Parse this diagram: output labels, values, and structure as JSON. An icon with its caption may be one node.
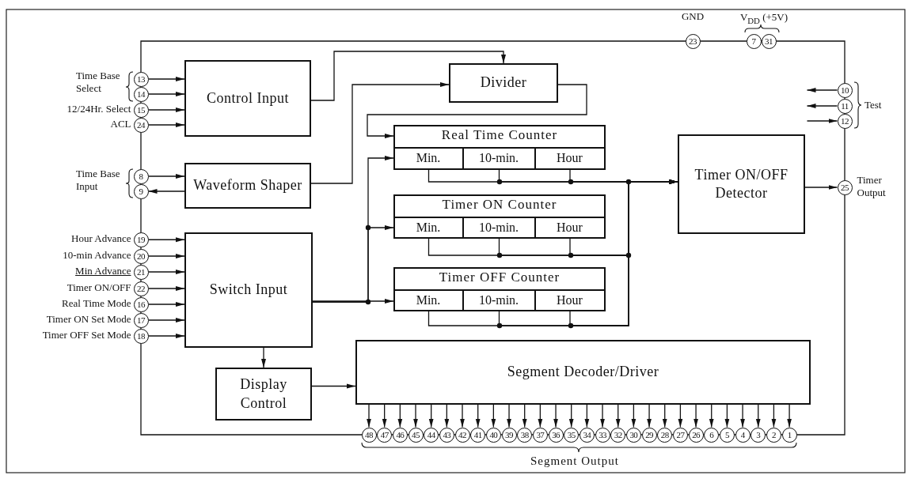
{
  "diagram": {
    "nodes": [
      {
        "text": [
          "Control Input"
        ]
      },
      {
        "text": [
          "Divider"
        ]
      },
      {
        "text": [
          "Waveform Shaper"
        ]
      },
      {
        "text": [
          "Real Time Counter"
        ]
      },
      {
        "text": [
          "Min."
        ],
        "in": 3
      },
      {
        "text": [
          "10-min."
        ],
        "in": 3
      },
      {
        "text": [
          "Hour"
        ],
        "in": 3
      },
      {
        "text": [
          "Timer ON/OFF Detector"
        ]
      },
      {
        "text": [
          "Timer ON Counter"
        ]
      },
      {
        "text": [
          "Min."
        ],
        "in": 8
      },
      {
        "text": [
          "10-min."
        ],
        "in": 8
      },
      {
        "text": [
          "Hour"
        ],
        "in": 8
      },
      {
        "text": [
          "Switch Input"
        ]
      },
      {
        "text": [
          "Timer OFF Counter"
        ]
      },
      {
        "text": [
          "Min."
        ],
        "in": 13
      },
      {
        "text": [
          "10-min."
        ],
        "in": 13
      },
      {
        "text": [
          "Hour"
        ],
        "in": 13
      },
      {
        "text": [
          "Display Control"
        ]
      },
      {
        "text": [
          "Segment Decoder/Driver"
        ]
      },
      {
        "text": [
          "23"
        ],
        "beside": [
          "GND"
        ]
      },
      {
        "text": [
          "7"
        ]
      },
      {
        "text": [
          "31"
        ]
      },
      {
        "text": [
          "13"
        ]
      },
      {
        "text": [
          "14"
        ]
      },
      {
        "text": [
          "15"
        ],
        "beside": [
          "12/24Hr. Select"
        ]
      },
      {
        "text": [
          "24"
        ],
        "beside": [
          "ACL"
        ]
      },
      {
        "text": [
          "8"
        ]
      },
      {
        "text": [
          "9"
        ]
      },
      {
        "text": [
          "10"
        ]
      },
      {
        "text": [
          "11"
        ]
      },
      {
        "text": [
          "12"
        ]
      },
      {
        "text": [
          "25"
        ],
        "beside": [
          "Timer Output"
        ]
      },
      {
        "text": [
          "19"
        ],
        "beside": [
          "Hour Advance"
        ]
      },
      {
        "text": [
          "20"
        ],
        "beside": [
          "10-min Advance"
        ]
      },
      {
        "text": [
          "21"
        ],
        "beside": [
          "Min Advance"
        ]
      },
      {
        "text": [
          "22"
        ],
        "beside": [
          "Timer ON/OFF"
        ]
      },
      {
        "text": [
          "16"
        ],
        "beside": [
          "Real Time Mode"
        ]
      },
      {
        "text": [
          "17"
        ],
        "beside": [
          "Timer ON Set Mode"
        ]
      },
      {
        "text": [
          "18"
        ],
        "beside": [
          "Timer OFF Set Mode"
        ]
      },
      {
        "text": [
          "48"
        ]
      },
      {
        "text": [
          "47"
        ]
      },
      {
        "text": [
          "46"
        ]
      },
      {
        "text": [
          "45"
        ]
      },
      {
        "text": [
          "44"
        ]
      },
      {
        "text": [
          "43"
        ]
      },
      {
        "text": [
          "42"
        ]
      },
      {
        "text": [
          "41"
        ]
      },
      {
        "text": [
          "40"
        ]
      },
      {
        "text": [
          "39"
        ]
      },
      {
        "text": [
          "38"
        ]
      },
      {
        "text": [
          "37"
        ]
      },
      {
        "text": [
          "36"
        ]
      },
      {
        "text": [
          "35"
        ]
      },
      {
        "text": [
          "34"
        ]
      },
      {
        "text": [
          "33"
        ]
      },
      {
        "text": [
          "32"
        ]
      },
      {
        "text": [
          "30"
        ]
      },
      {
        "text": [
          "29"
        ]
      },
      {
        "text": [
          "28"
        ]
      },
      {
        "text": [
          "27"
        ]
      },
      {
        "text": [
          "26"
        ]
      },
      {
        "text": [
          "6"
        ]
      },
      {
        "text": [
          "5"
        ]
      },
      {
        "text": [
          "4"
        ]
      },
      {
        "text": [
          "3"
        ]
      },
      {
        "text": [
          "2"
        ]
      },
      {
        "text": [
          "1"
        ]
      }
    ],
    "edges": [
      {
        "from": 22,
        "to": 0,
        "arrow": "to"
      },
      {
        "from": 23,
        "to": 0,
        "arrow": "to"
      },
      {
        "from": 24,
        "to": 0,
        "arrow": "to"
      },
      {
        "from": 25,
        "to": 0,
        "arrow": "to"
      },
      {
        "from": 0,
        "to": 1,
        "arrow": "to"
      },
      {
        "from": 26,
        "to": 2,
        "arrow": "to"
      },
      {
        "from": 2,
        "to": 27,
        "arrow": "to"
      },
      {
        "from": 2,
        "to": 1,
        "arrow": "to"
      },
      {
        "from": 1,
        "to": 3,
        "arrow": "to"
      },
      {
        "from": 12,
        "to": 4,
        "arrow": "to"
      },
      {
        "from": 12,
        "to": 9,
        "arrow": "to"
      },
      {
        "from": 12,
        "to": 14,
        "arrow": "to"
      },
      {
        "from": 4,
        "to": 7,
        "arrow": "to"
      },
      {
        "from": 5,
        "to": 7,
        "arrow": "to"
      },
      {
        "from": 6,
        "to": 7,
        "arrow": "to"
      },
      {
        "from": 9,
        "to": 7,
        "arrow": "to"
      },
      {
        "from": 10,
        "to": 7,
        "arrow": "to"
      },
      {
        "from": 11,
        "to": 7,
        "arrow": "to"
      },
      {
        "from": 14,
        "to": 7,
        "arrow": "to"
      },
      {
        "from": 15,
        "to": 7,
        "arrow": "to"
      },
      {
        "from": 16,
        "to": 7,
        "arrow": "to"
      },
      {
        "from": 7,
        "to": 31,
        "arrow": "to"
      },
      {
        "from": 28,
        "to": null,
        "arrow": "to"
      },
      {
        "from": 29,
        "to": null,
        "arrow": "to"
      },
      {
        "from": null,
        "to": 30,
        "arrow": "to"
      },
      {
        "from": 32,
        "to": 12,
        "arrow": "to"
      },
      {
        "from": 33,
        "to": 12,
        "arrow": "to"
      },
      {
        "from": 34,
        "to": 12,
        "arrow": "to"
      },
      {
        "from": 35,
        "to": 12,
        "arrow": "to"
      },
      {
        "from": 36,
        "to": 12,
        "arrow": "to"
      },
      {
        "from": 37,
        "to": 12,
        "arrow": "to"
      },
      {
        "from": 38,
        "to": 12,
        "arrow": "to"
      },
      {
        "from": 12,
        "to": 17,
        "arrow": "to"
      },
      {
        "from": 17,
        "to": 18,
        "arrow": "to"
      },
      {
        "from": 18,
        "to": 39,
        "arrow": "to"
      },
      {
        "from": 18,
        "to": 40,
        "arrow": "to"
      },
      {
        "from": 18,
        "to": 41,
        "arrow": "to"
      },
      {
        "from": 18,
        "to": 42,
        "arrow": "to"
      },
      {
        "from": 18,
        "to": 43,
        "arrow": "to"
      },
      {
        "from": 18,
        "to": 44,
        "arrow": "to"
      },
      {
        "from": 18,
        "to": 45,
        "arrow": "to"
      },
      {
        "from": 18,
        "to": 46,
        "arrow": "to"
      },
      {
        "from": 18,
        "to": 47,
        "arrow": "to"
      },
      {
        "from": 18,
        "to": 48,
        "arrow": "to"
      },
      {
        "from": 18,
        "to": 49,
        "arrow": "to"
      },
      {
        "from": 18,
        "to": 50,
        "arrow": "to"
      },
      {
        "from": 18,
        "to": 51,
        "arrow": "to"
      },
      {
        "from": 18,
        "to": 52,
        "arrow": "to"
      },
      {
        "from": 18,
        "to": 53,
        "arrow": "to"
      },
      {
        "from": 18,
        "to": 54,
        "arrow": "to"
      },
      {
        "from": 18,
        "to": 55,
        "arrow": "to"
      },
      {
        "from": 18,
        "to": 56,
        "arrow": "to"
      },
      {
        "from": 18,
        "to": 57,
        "arrow": "to"
      },
      {
        "from": 18,
        "to": 58,
        "arrow": "to"
      },
      {
        "from": 18,
        "to": 59,
        "arrow": "to"
      },
      {
        "from": 18,
        "to": 60,
        "arrow": "to"
      },
      {
        "from": 18,
        "to": 61,
        "arrow": "to"
      },
      {
        "from": 18,
        "to": 62,
        "arrow": "to"
      },
      {
        "from": 18,
        "to": 63,
        "arrow": "to"
      },
      {
        "from": 18,
        "to": 64,
        "arrow": "to"
      },
      {
        "from": 18,
        "to": 65,
        "arrow": "to"
      },
      {
        "from": 18,
        "to": 66,
        "arrow": "to"
      }
    ],
    "labels": [
      "V$_{DD}$ (+5V)",
      "Time Base Select",
      "Test",
      "Time Base Input",
      "Segment Output"
    ]
  }
}
